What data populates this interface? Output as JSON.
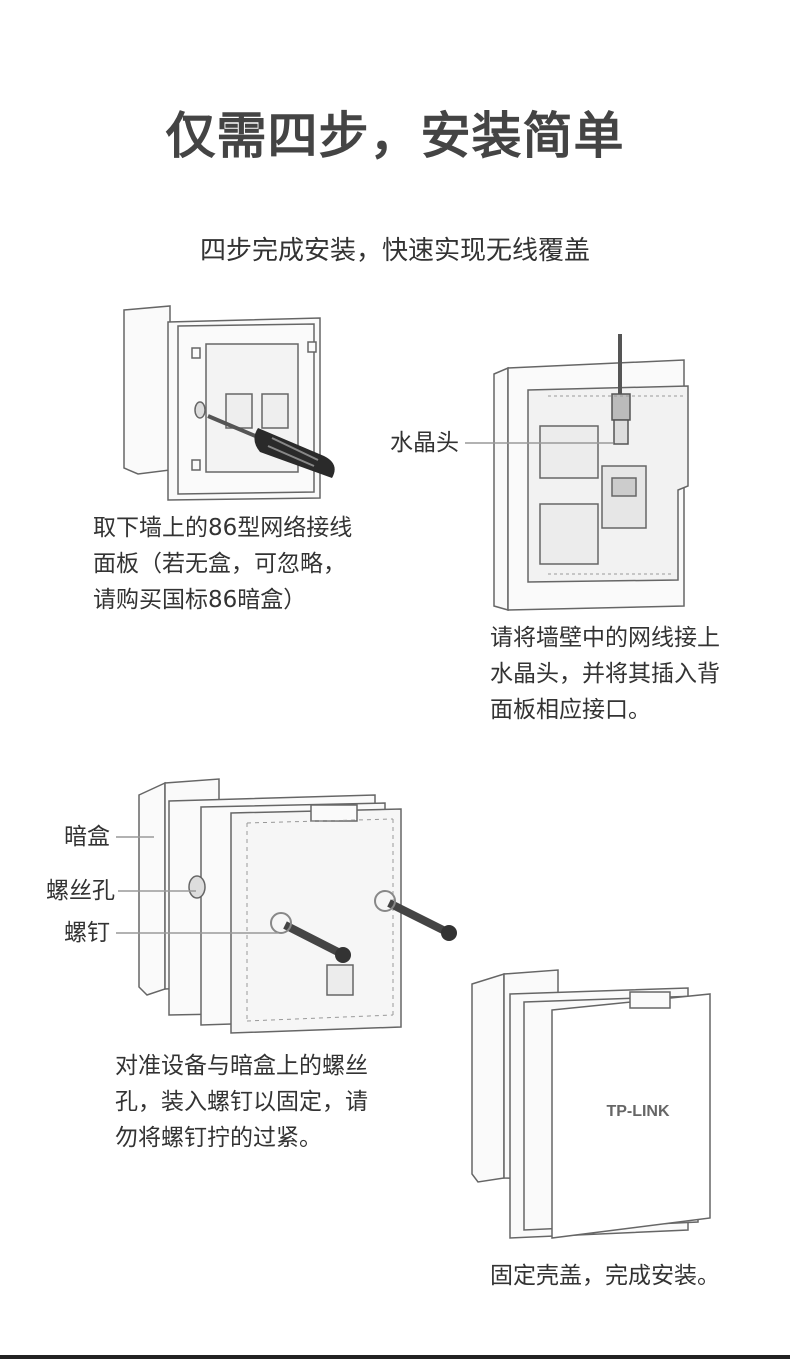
{
  "page": {
    "title": "仅需四步，安装简单",
    "subtitle": "四步完成安装，快速实现无线覆盖"
  },
  "step1": {
    "caption_lines": [
      "取下墙上的86型网络接线",
      "面板（若无盒，可忽略，",
      "请购买国标86暗盒）"
    ]
  },
  "step2": {
    "callout": "水晶头",
    "caption_lines": [
      "请将墙壁中的网线接上",
      "水晶头，并将其插入背",
      "面板相应接口。"
    ]
  },
  "step3": {
    "callouts": [
      "暗盒",
      "螺丝孔",
      "螺钉"
    ],
    "caption_lines": [
      "对准设备与暗盒上的螺丝",
      "孔，装入螺钉以固定，请",
      "勿将螺钉拧的过紧。"
    ]
  },
  "step4": {
    "brand": "TP-LINK",
    "caption": "固定壳盖，完成安装。"
  }
}
